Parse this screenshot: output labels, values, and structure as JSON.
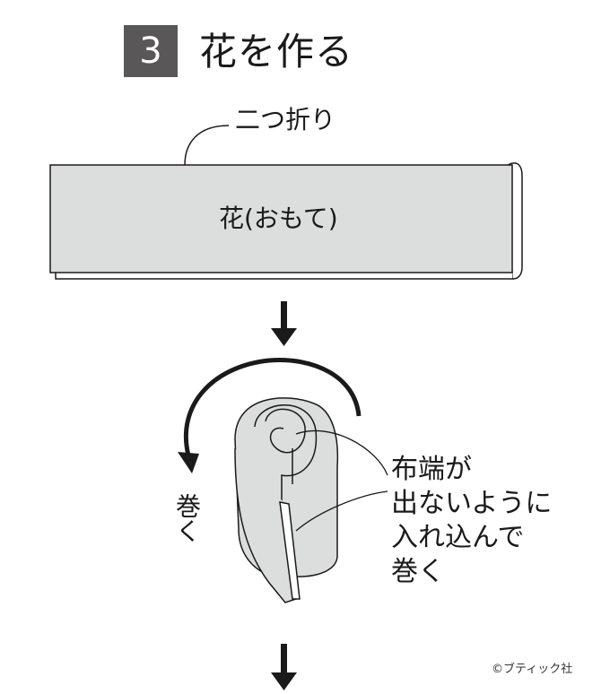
{
  "step": {
    "number": "3",
    "title": "花を作る"
  },
  "labels": {
    "fold": "二つ折り",
    "fabric": "花(おもて)",
    "roll": "巻く"
  },
  "tip": {
    "lines": [
      "布端が",
      "出ないように",
      "入れ込んで",
      "巻く"
    ]
  },
  "credit": "©ブティック社",
  "colors": {
    "badge": "#595757",
    "fabric_fill": "#dcdddd",
    "ink": "#1a1a1a"
  }
}
